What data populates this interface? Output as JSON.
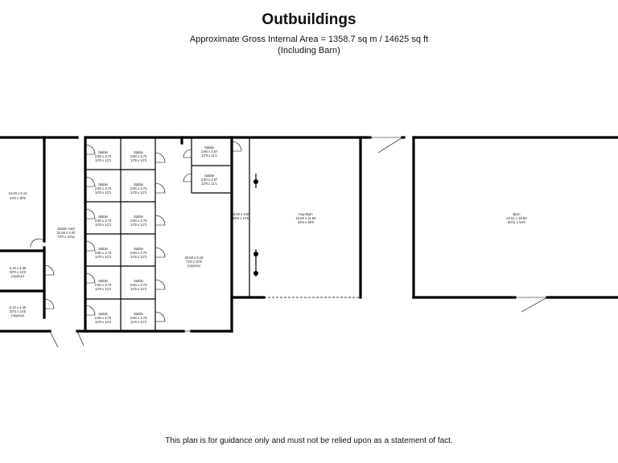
{
  "header": {
    "title": "Outbuildings",
    "area_line": "Approximate Gross Internal Area = 1358.7 sq m / 14625 sq ft",
    "note_line": "(Including Barn)"
  },
  "footer": {
    "disclaimer": "This plan is for guidance only and must not be relied upon as a statement of fact."
  },
  "rooms": {
    "left_store": {
      "name": "",
      "dims_m": "13.40 x 9.12",
      "dims_ft": "44'0 x 30'0"
    },
    "left_small_1": {
      "dims_m": "6.10 x 4.35",
      "dims_ft": "20'0 x 14'3",
      "note": "(Approx)"
    },
    "left_small_2": {
      "dims_m": "6.10 x 4.40",
      "dims_ft": "20'0 x 14'5",
      "note": "(Approx)"
    },
    "stable_yard": {
      "name": "Stable Yard",
      "dims_m": "22.55 x 4.00",
      "dims_ft": "74'0 x 13'11"
    },
    "stables": [
      {
        "name": "Stable",
        "dims_m": "3.90 x 3.73",
        "dims_ft": "12'9 x 12'3"
      },
      {
        "name": "Stable",
        "dims_m": "3.90 x 3.73",
        "dims_ft": "12'9 x 12'3"
      },
      {
        "name": "Stable",
        "dims_m": "3.90 x 3.73",
        "dims_ft": "12'9 x 12'3"
      },
      {
        "name": "Stable",
        "dims_m": "3.90 x 3.73",
        "dims_ft": "12'9 x 12'3"
      },
      {
        "name": "Stable",
        "dims_m": "3.90 x 3.73",
        "dims_ft": "12'9 x 12'3"
      },
      {
        "name": "Stable",
        "dims_m": "3.90 x 3.73",
        "dims_ft": "12'9 x 12'3"
      },
      {
        "name": "Stable",
        "dims_m": "3.90 x 3.73",
        "dims_ft": "12'9 x 12'3"
      },
      {
        "name": "Stable",
        "dims_m": "3.90 x 3.73",
        "dims_ft": "12'9 x 12'3"
      },
      {
        "name": "Stable",
        "dims_m": "3.90 x 3.73",
        "dims_ft": "12'9 x 12'3"
      },
      {
        "name": "Stable",
        "dims_m": "3.90 x 3.73",
        "dims_ft": "12'9 x 12'3"
      },
      {
        "name": "Stable",
        "dims_m": "3.90 x 3.73",
        "dims_ft": "12'9 x 12'3"
      },
      {
        "name": "Stable",
        "dims_m": "3.90 x 3.73",
        "dims_ft": "12'9 x 12'3"
      }
    ],
    "stable_small_1": {
      "name": "Stable",
      "dims_m": "3.90 x 3.57",
      "dims_ft": "12'9 x 11'1"
    },
    "stable_small_2": {
      "name": "Stable",
      "dims_m": "3.90 x 3.57",
      "dims_ft": "12'9 x 11'1"
    },
    "open_area": {
      "dims_m": "20.60 x 6.15",
      "dims_ft": "74'0 x 20'9",
      "note": "(Approx)"
    },
    "corridor": {
      "dims_m": "16.00 x 3.06",
      "dims_ft": "49'9 x 14'6"
    },
    "hay_barn": {
      "name": "Hay Barn",
      "dims_m": "15.60 x 11.90",
      "dims_ft": "45'6 x 39'0"
    },
    "barn": {
      "name": "Barn",
      "dims_m": "24.61 x 16.50",
      "dims_ft": "80'11 x 54'0"
    }
  }
}
